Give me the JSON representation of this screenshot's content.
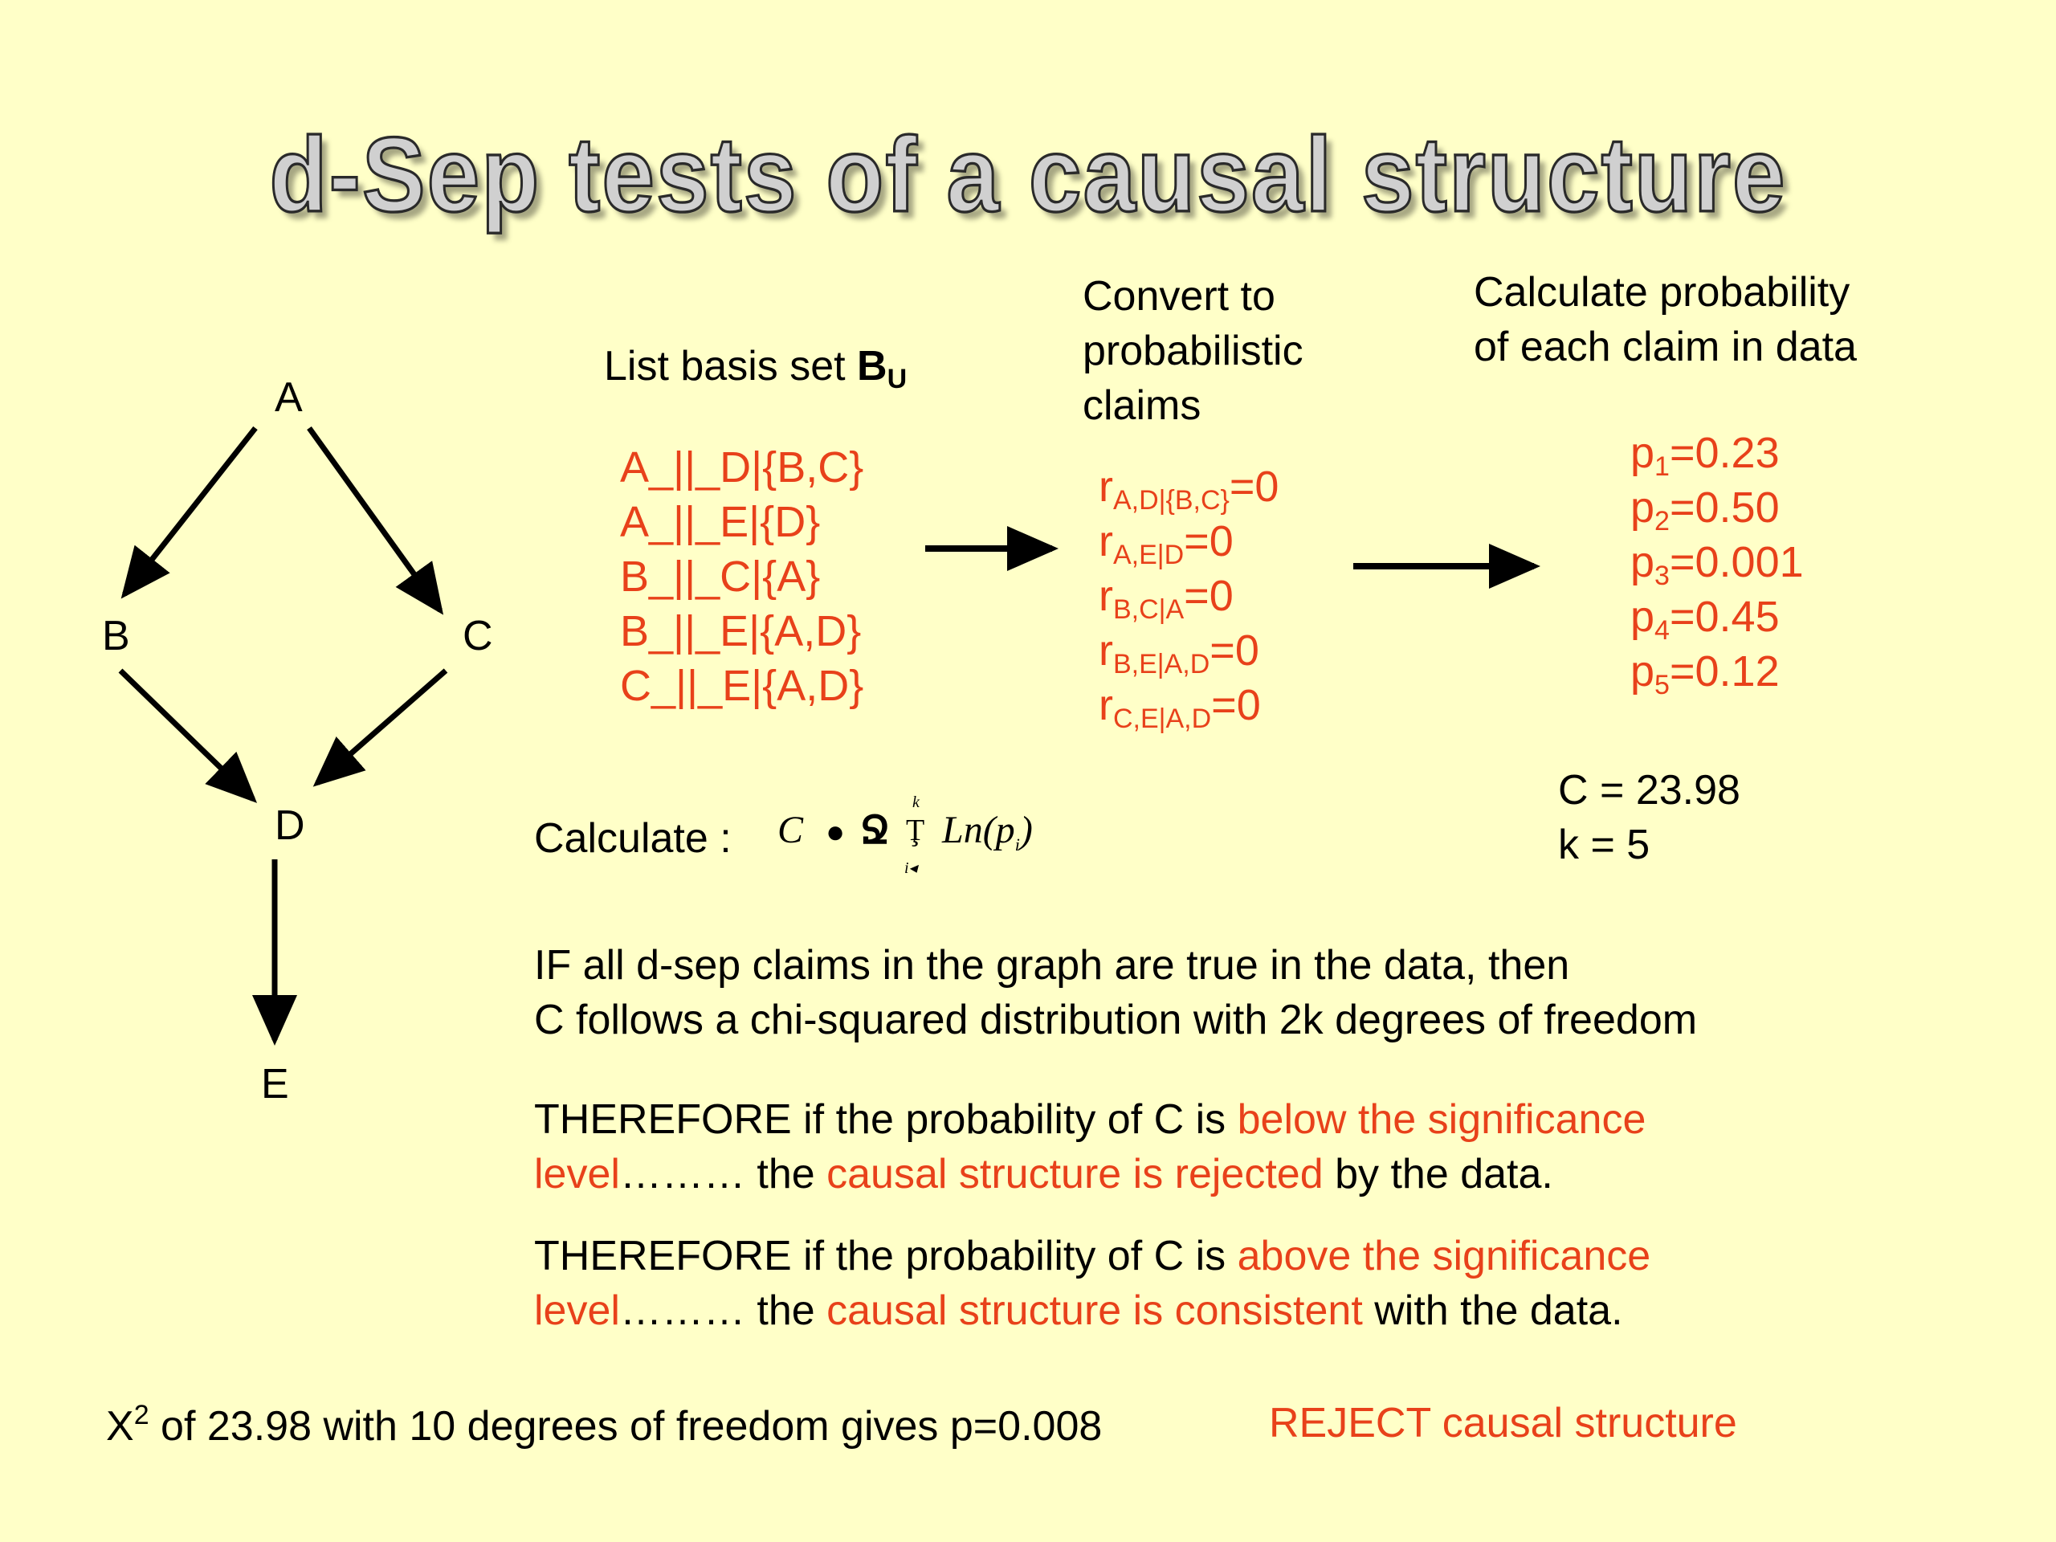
{
  "title": "d-Sep tests of a causal structure",
  "graph": {
    "nodes": [
      "A",
      "B",
      "C",
      "D",
      "E"
    ],
    "edges": [
      [
        "A",
        "B"
      ],
      [
        "A",
        "C"
      ],
      [
        "B",
        "D"
      ],
      [
        "C",
        "D"
      ],
      [
        "D",
        "E"
      ]
    ]
  },
  "basis": {
    "heading_prefix": "List basis set ",
    "heading_bold": "B",
    "heading_sub": "U",
    "claims": [
      "A_||_D|{B,C}",
      "A_||_E|{D}",
      "B_||_C|{A}",
      "B_||_E|{A,D}",
      "C_||_E|{A,D}"
    ]
  },
  "convert": {
    "heading": [
      "Convert to",
      "probabilistic",
      "claims"
    ],
    "claims": [
      {
        "r": "r",
        "sub": "A,D|{B,C}",
        "eq": "=0"
      },
      {
        "r": "r",
        "sub": "A,E|D",
        "eq": "=0"
      },
      {
        "r": "r",
        "sub": "B,C|A",
        "eq": "=0"
      },
      {
        "r": "r",
        "sub": "B,E|A,D",
        "eq": "=0"
      },
      {
        "r": "r",
        "sub": "C,E|A,D",
        "eq": "=0"
      }
    ]
  },
  "probability": {
    "heading": [
      "Calculate probability",
      "of each claim in data"
    ],
    "values": [
      {
        "p": "p",
        "sub": "1",
        "val": "=0.23"
      },
      {
        "p": "p",
        "sub": "2",
        "val": "=0.50"
      },
      {
        "p": "p",
        "sub": "3",
        "val": "=0.001"
      },
      {
        "p": "p",
        "sub": "4",
        "val": "=0.45"
      },
      {
        "p": "p",
        "sub": "5",
        "val": "=0.12"
      }
    ]
  },
  "calc": {
    "label": "Calculate :",
    "formula_c": "C",
    "formula_dot": "●",
    "formula_sym": "Ջ",
    "formula_sum": "Ţ",
    "formula_upper": "k",
    "formula_lower": "i◂",
    "formula_body": "Ln(p",
    "formula_sub": "i",
    "formula_close": ")"
  },
  "result": {
    "c_line": "C = 23.98",
    "k_line": "k = 5"
  },
  "if_text": [
    "IF all d-sep claims in the graph are true in the data, then",
    "C follows a chi-squared distribution with 2k degrees of freedom"
  ],
  "therefore1": {
    "a": "THEREFORE if the probability of C is ",
    "b": "below  the significance",
    "c": "level",
    "d": "……… the ",
    "e": "causal structure is rejected",
    "f": " by the data."
  },
  "therefore2": {
    "a": "THEREFORE if the probability of C is ",
    "b": "above the significance",
    "c": "level",
    "d": "……… the ",
    "e": "causal structure is consistent",
    "f": " with the data."
  },
  "footer": {
    "x": "X",
    "sup": "2",
    "text": " of 23.98 with 10 degrees of freedom gives p=0.008",
    "verdict": "REJECT causal structure"
  },
  "colors": {
    "background": "#ffffc8",
    "accent": "#e8411a",
    "text": "#000000"
  }
}
